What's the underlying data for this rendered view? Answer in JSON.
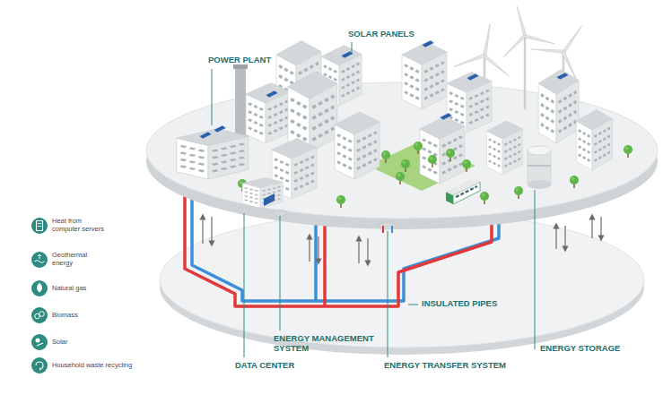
{
  "diagram": {
    "labels": [
      "POWER PLANT",
      "SOLAR PANELS",
      "INSULATED PIPES",
      "ENERGY MANAGEMENT SYSTEM",
      "DATA CENTER",
      "ENERGY TRANSFER SYSTEM",
      "ENERGY STORAGE"
    ],
    "legend": [
      {
        "text": "Heat from computer servers"
      },
      {
        "text": "Geothermal energy"
      },
      {
        "text": "Natural gas"
      },
      {
        "text": "Biomass"
      },
      {
        "text": "Solar"
      },
      {
        "text": "Household waste recycling"
      }
    ]
  }
}
